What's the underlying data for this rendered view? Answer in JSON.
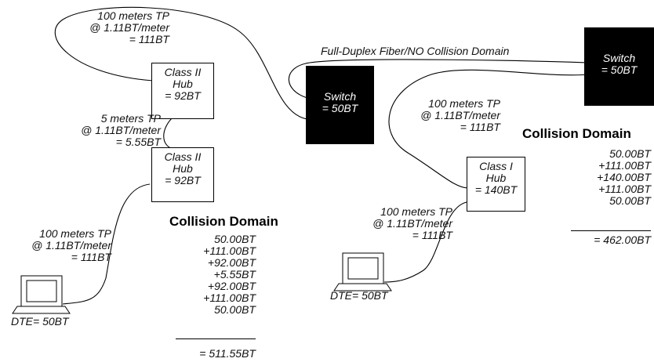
{
  "left": {
    "cable_top": [
      "100 meters TP",
      "@ 1.11BT/meter",
      "= 111BT"
    ],
    "hub_upper": [
      "Class II",
      "Hub",
      "= 92BT"
    ],
    "cable_mid": [
      "5 meters TP",
      "@ 1.11BT/meter",
      "= 5.55BT"
    ],
    "hub_lower": [
      "Class II",
      "Hub",
      "= 92BT"
    ],
    "cable_bottom": [
      "100 meters TP",
      "@ 1.11BT/meter",
      "= 111BT"
    ],
    "dte": "DTE= 50BT",
    "domain_heading": "Collision Domain",
    "sum": [
      "50.00BT",
      "+111.00BT",
      "+92.00BT",
      "+5.55BT",
      "+92.00BT",
      "+111.00BT",
      "50.00BT"
    ],
    "total": "= 511.55BT"
  },
  "middle": {
    "switch": [
      "Switch",
      "= 50BT"
    ],
    "fiber": "Full-Duplex Fiber/NO Collision Domain"
  },
  "right": {
    "switch": [
      "Switch",
      "= 50BT"
    ],
    "cable_top": [
      "100 meters TP",
      "@ 1.11BT/meter",
      "= 111BT"
    ],
    "hub": [
      "Class I",
      "Hub",
      "= 140BT"
    ],
    "cable_bottom": [
      "100 meters TP",
      "@ 1.11BT/meter",
      "= 111BT"
    ],
    "dte": "DTE= 50BT",
    "domain_heading": "Collision Domain",
    "sum": [
      "50.00BT",
      "+111.00BT",
      "+140.00BT",
      "+111.00BT",
      "50.00BT"
    ],
    "total": "= 462.00BT"
  }
}
